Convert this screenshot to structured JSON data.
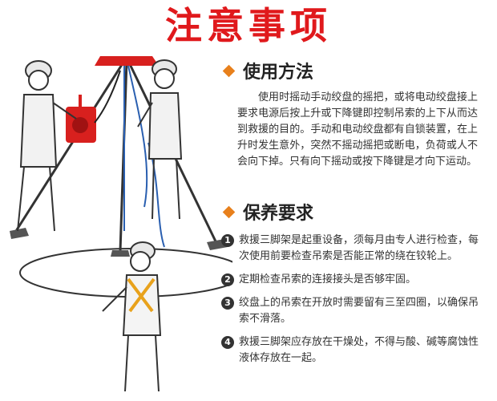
{
  "title": "注意事项",
  "usage": {
    "heading": "使用方法",
    "body": "使用时摇动手动绞盘的摇把，或将电动绞盘接上要求电源后按上升或下降键即控制吊索的上下从而达到救援的目的。手动和电动绞盘都有自锁装置，在上升时发生意外，突然不摇动摇把或断电，负荷或人不会向下掉。只有向下摇动或按下降键是才向下运动。"
  },
  "maintenance": {
    "heading": "保养要求",
    "items": [
      {
        "num": "1",
        "text": "救援三脚架是起重设备，须每月由专人进行检查，每次使用前要检查吊索是否能正常的绕在铰轮上。"
      },
      {
        "num": "2",
        "text": "定期检查吊索的连接接头是否够牢固。"
      },
      {
        "num": "3",
        "text": "绞盘上的吊索在开放时需要留有三至四圈，以确保吊索不滑落。"
      },
      {
        "num": "4",
        "text": "救援三脚架应存放在干燥处，不得与酸、碱等腐蚀性液体存放在一起。"
      }
    ]
  },
  "colors": {
    "title_red": "#e0191c",
    "bullet_orange": "#e8801c",
    "equipment_red": "#d8201e",
    "rope_blue": "#2a5fb0"
  }
}
